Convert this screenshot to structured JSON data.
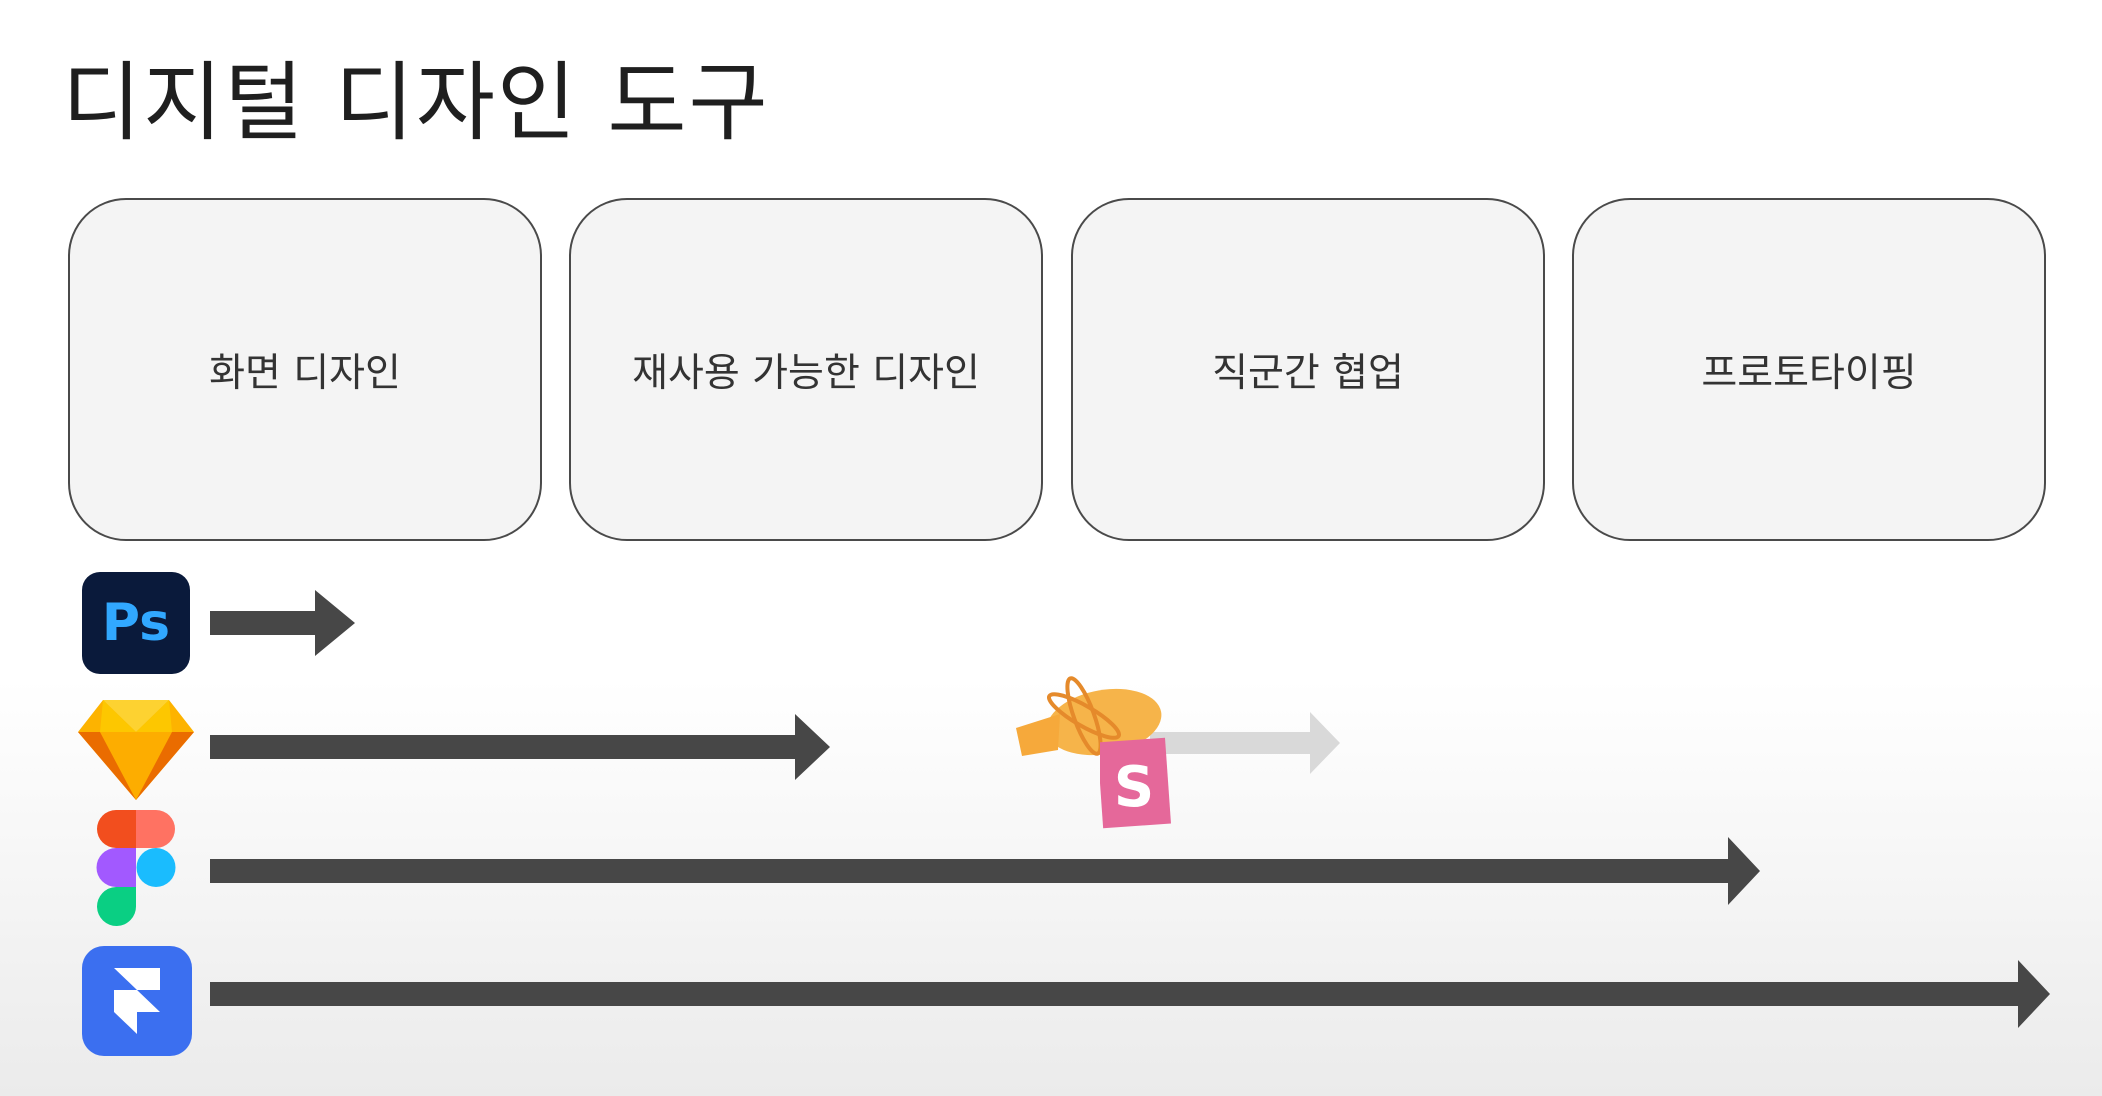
{
  "title": "디지털 디자인 도구",
  "categories": [
    {
      "label": "화면 디자인"
    },
    {
      "label": "재사용 가능한 디자인"
    },
    {
      "label": "직군간 협업"
    },
    {
      "label": "프로토타이핑"
    }
  ],
  "tools": [
    {
      "icon": "photoshop-icon",
      "logo_text": "Ps",
      "bar_color": "#474747"
    },
    {
      "icon": "sketch-icon",
      "bar_color": "#474747"
    },
    {
      "icon": "figma-icon",
      "bar_color": "#474747"
    },
    {
      "icon": "framer-icon",
      "bar_color": "#474747"
    }
  ],
  "plugins": [
    {
      "icon": "zeplin-icon"
    },
    {
      "icon": "abstract-icon",
      "logo_text": "S",
      "bar_color": "#d9d9d9"
    }
  ],
  "colors": {
    "photoshop_bg": "#0a1a3b",
    "photoshop_text": "#31a8ff",
    "abstract_pink": "#e5689a",
    "framer_blue": "#3b6ff0",
    "zeplin_orange": "#f6b44a"
  }
}
